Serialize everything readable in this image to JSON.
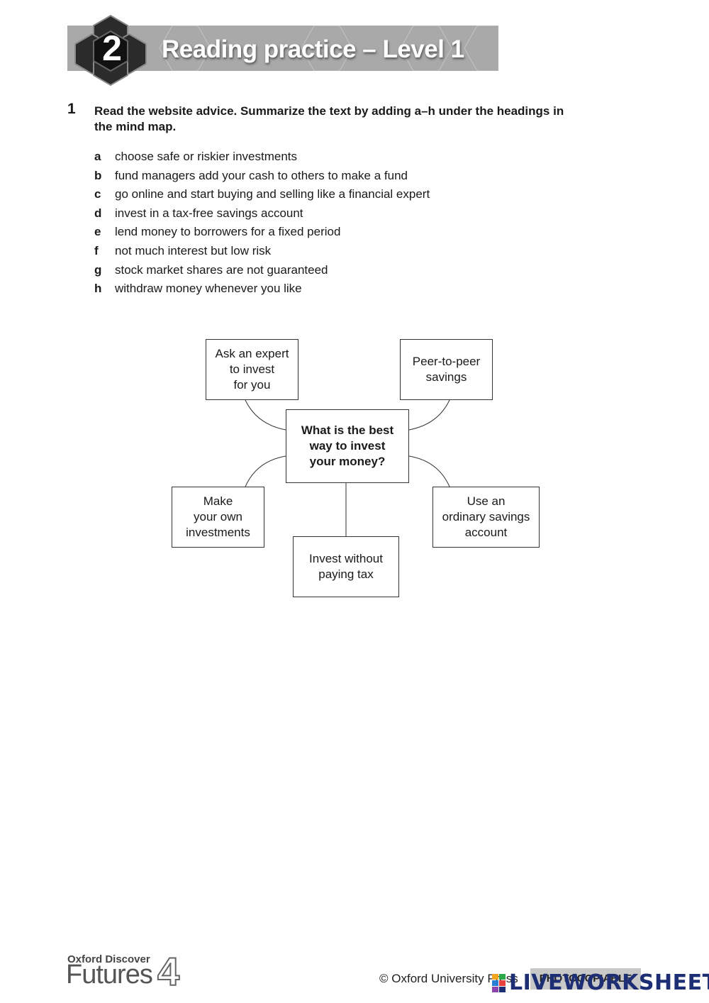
{
  "header": {
    "unit_number": "2",
    "title": "Reading practice – Level 1"
  },
  "exercise": {
    "number": "1",
    "instruction": "Read the website advice. Summarize the text by adding a–h under the headings in the mind map.",
    "options": [
      {
        "letter": "a",
        "text": "choose safe or riskier investments"
      },
      {
        "letter": "b",
        "text": "fund managers add your cash to others to make a fund"
      },
      {
        "letter": "c",
        "text": "go online and start buying and selling like a financial expert"
      },
      {
        "letter": "d",
        "text": "invest in a tax-free savings account"
      },
      {
        "letter": "e",
        "text": "lend money to borrowers for a fixed period"
      },
      {
        "letter": "f",
        "text": "not much interest but low risk"
      },
      {
        "letter": "g",
        "text": "stock market shares are not guaranteed"
      },
      {
        "letter": "h",
        "text": "withdraw money whenever you like"
      }
    ]
  },
  "mindmap": {
    "center": "What is the best\nway to invest\nyour money?",
    "ask_expert": "Ask an expert\nto invest\nfor you",
    "peer_to_peer": "Peer-to-peer\nsavings",
    "own_investments": "Make\nyour own\ninvestments",
    "ordinary_account": "Use an\nordinary savings\naccount",
    "without_tax": "Invest without\npaying tax"
  },
  "footer": {
    "brand_top": "Oxford Discover",
    "brand_main": "Futures",
    "brand_level": "4",
    "copyright": "© Oxford University Press",
    "photocopiable": "PHOTOCOPIABLE",
    "watermark": "LIVEWORKSHEETS"
  }
}
